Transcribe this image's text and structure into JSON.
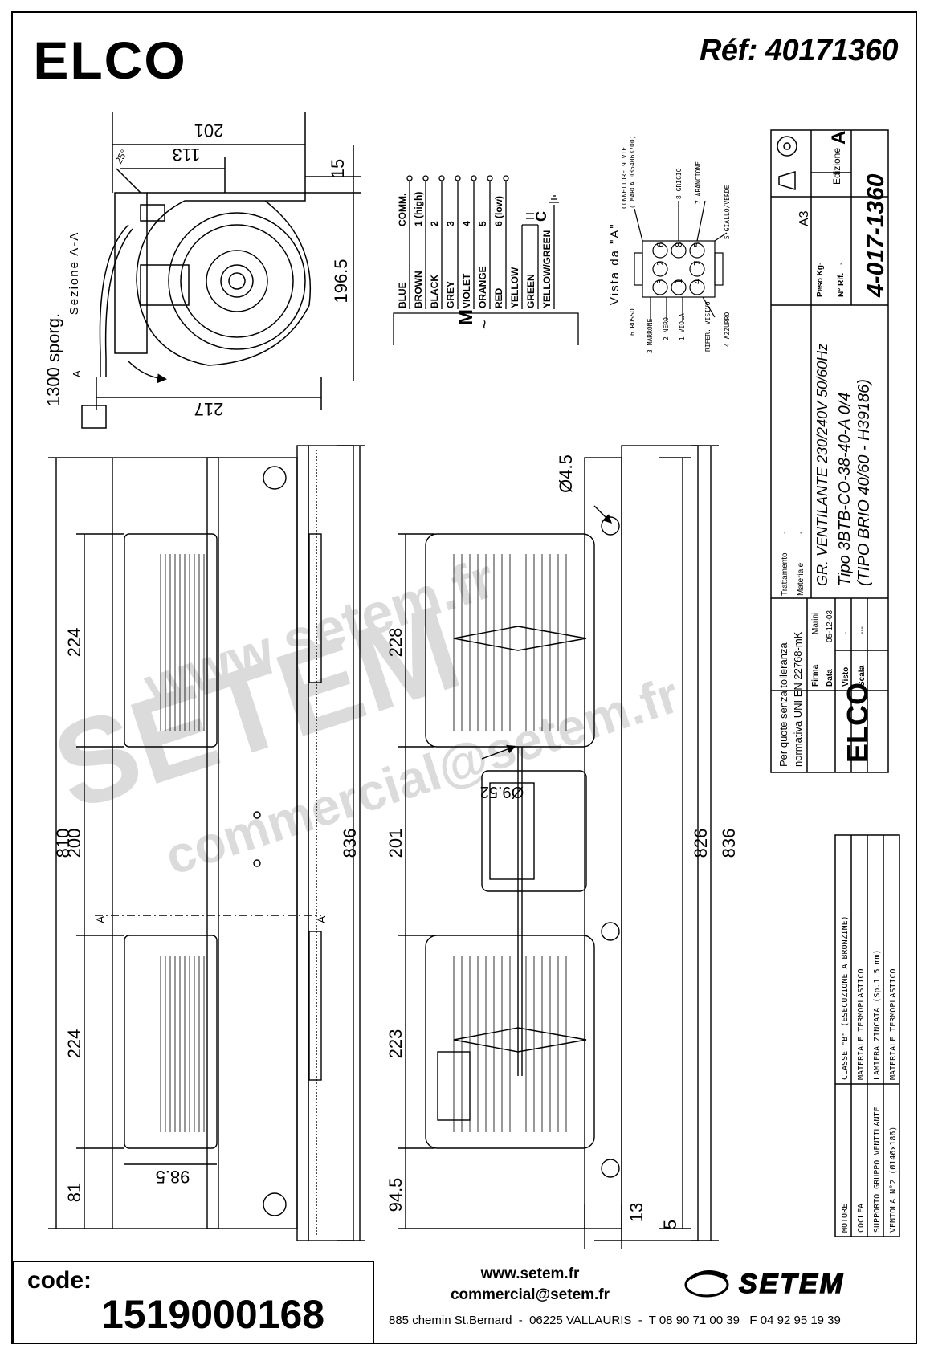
{
  "header": {
    "brand": "ELCO",
    "reference": "Réf: 40171360"
  },
  "top_view": {
    "dims": {
      "w201": "201",
      "w113": "113",
      "angle25": "25°",
      "h15": "15",
      "h196_5": "196.5",
      "w217": "217"
    },
    "section_label": "Sezione A-A",
    "cable_label": "1300 sporg.",
    "section_mark": "A"
  },
  "wiring": {
    "wires": [
      "BLUE",
      "BROWN",
      "BLACK",
      "GREY",
      "VIOLET",
      "ORANGE",
      "RED",
      "YELLOW",
      "GREEN",
      "YELLOW/GREEN"
    ],
    "functions": [
      "COMM.",
      "1 (high)",
      "2",
      "3",
      "4",
      "5",
      "6 (low)"
    ],
    "motor_symbol": "M",
    "tilde": "~",
    "cap_symbol": "C"
  },
  "connector": {
    "view_label": "Vista da \"A\"",
    "title_line1": "CONNETTORE 9 VIE",
    "title_line2": "( MARCA 0854063700)",
    "pins_top": [
      "6",
      "8",
      "5"
    ],
    "pins_mid": [
      "2",
      "7"
    ],
    "pins_bottom": [
      "3",
      "1",
      "4"
    ],
    "labels": [
      "6 ROSSO",
      "3 MARRONE",
      "2 NERO",
      "1 VIOLA",
      "RIFER. VISIVO",
      "4 AZZURRO",
      "8 GRIGIO",
      "7 ARANCIONE",
      "5 GIALLO/VERDE"
    ]
  },
  "front_view": {
    "dims": {
      "d810": "810",
      "d224a": "224",
      "d200": "200",
      "d224b": "224",
      "d81": "81",
      "d98_5": "98.5",
      "d836": "836",
      "a1": "A",
      "a2": "A"
    }
  },
  "side_view": {
    "dims": {
      "d228": "228",
      "d201": "201",
      "d223": "223",
      "d94_5": "94.5",
      "d13": "13",
      "d5": "5",
      "d826": "826",
      "d836": "836",
      "hole": "Ø4.5",
      "shaft": "Ø9.52"
    }
  },
  "title_block": {
    "sheet": "A3",
    "edition_label": "Edizione",
    "edition": "A",
    "drawing_number": "4-017-1360",
    "weight_label": "Peso Kg",
    "weight": "-",
    "nrif_label": "N° Rif.",
    "nrif": "-",
    "title": "GR. VENTILANTE 230/240V 50/60Hz",
    "type": "Tipo 3BTB-CO-38-40-A 0/4",
    "model": "(TIPO BRIO 40/60 - H39186)",
    "treatment_label": "Trattamento",
    "treatment": "-",
    "material_label": "Materiale",
    "material": "-",
    "tolerance_line1": "Per quote senza tolleranza",
    "tolerance_line2": "normativa UNI EN 22768-mK",
    "signature_label": "Firma",
    "signature": "Marini",
    "date_label": "Data",
    "date": "05-12-03",
    "visto_label": "Visto",
    "visto": "-",
    "scale_label": "Scala",
    "scale": "---",
    "brand": "ELCO"
  },
  "parts": [
    {
      "part": "MOTORE",
      "desc": "CLASSE \"B\" (ESECUZIONE A BRONZINE)"
    },
    {
      "part": "COCLEA",
      "desc": "MATERIALE TERMOPLASTICO"
    },
    {
      "part": "SUPPORTO GRUPPO VENTILANTE",
      "desc": "LAMIERA ZINCATA (Sp.1.5 mm)"
    },
    {
      "part": "VENTOLA N°2 (Ø146x186)",
      "desc": "MATERIALE TERMOPLASTICO"
    }
  ],
  "watermark": {
    "line1": "www.setem.fr",
    "line2": "SETEM",
    "line3": "commercial@setem.fr"
  },
  "footer": {
    "code_label": "code:",
    "code": "1519000168",
    "website": "www.setem.fr",
    "email": "commercial@setem.fr",
    "address": "885 chemin St.Bernard  -  06225 VALLAURIS  -  T 08 90 71 00 39   F 04 92 95 19 39",
    "logo_text": "SETEM"
  }
}
